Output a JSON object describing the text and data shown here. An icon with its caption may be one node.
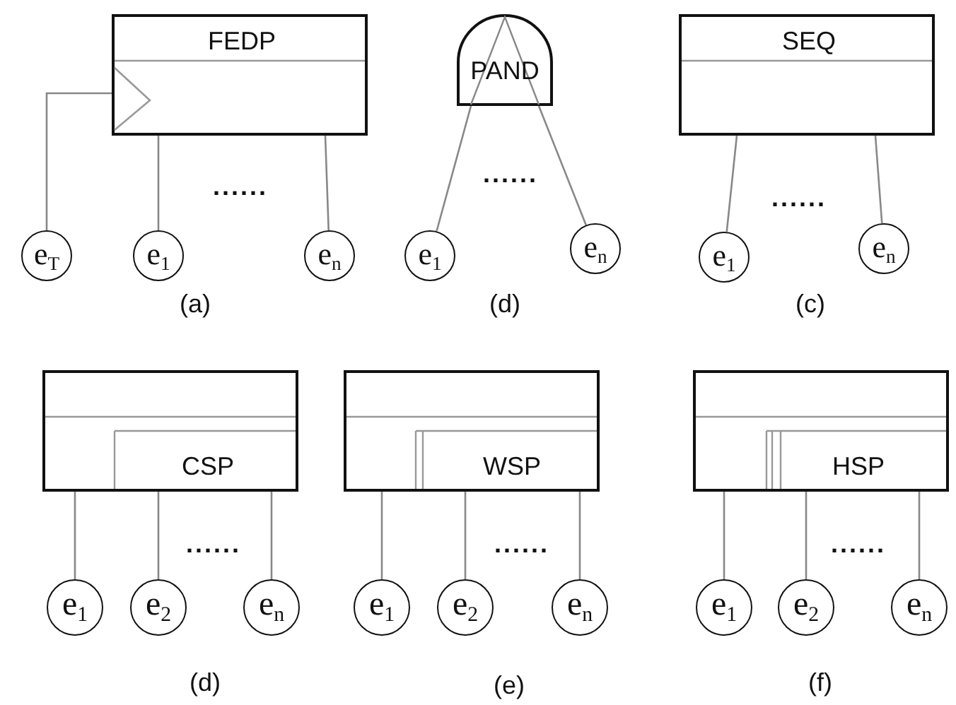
{
  "diagram": {
    "nodes": [
      {
        "text": [
          "FEDP"
        ]
      },
      {
        "text": [
          "e$_{T}$"
        ]
      },
      {
        "text": [
          "e$_{1}$"
        ]
      },
      {
        "text": [
          "e$_{n}$"
        ]
      },
      {
        "text": [
          "PAND"
        ]
      },
      {
        "text": [
          "e$_{1}$"
        ]
      },
      {
        "text": [
          "e$_{n}$"
        ]
      },
      {
        "text": [
          "SEQ"
        ]
      },
      {
        "text": [
          "e$_{1}$"
        ]
      },
      {
        "text": [
          "e$_{n}$"
        ]
      },
      {
        "text": [
          "CSP"
        ]
      },
      {
        "text": [
          "e$_{1}$"
        ]
      },
      {
        "text": [
          "e$_{2}$"
        ]
      },
      {
        "text": [
          "e$_{n}$"
        ]
      },
      {
        "text": [
          "WSP"
        ]
      },
      {
        "text": [
          "e$_{1}$"
        ]
      },
      {
        "text": [
          "e$_{2}$"
        ]
      },
      {
        "text": [
          "e$_{n}$"
        ]
      },
      {
        "text": [
          "HSP"
        ]
      },
      {
        "text": [
          "e$_{1}$"
        ]
      },
      {
        "text": [
          "e$_{2}$"
        ]
      },
      {
        "text": [
          "e$_{n}$"
        ]
      }
    ],
    "edges": [
      {
        "from": 1,
        "to": 0,
        "arrow": "none"
      },
      {
        "from": 2,
        "to": 0,
        "arrow": "none"
      },
      {
        "from": 3,
        "to": 0,
        "arrow": "none"
      },
      {
        "from": 5,
        "to": 4,
        "arrow": "none"
      },
      {
        "from": 6,
        "to": 4,
        "arrow": "none"
      },
      {
        "from": 8,
        "to": 7,
        "arrow": "none"
      },
      {
        "from": 9,
        "to": 7,
        "arrow": "none"
      },
      {
        "from": 11,
        "to": 10,
        "arrow": "none"
      },
      {
        "from": 12,
        "to": 10,
        "arrow": "none"
      },
      {
        "from": 13,
        "to": 10,
        "arrow": "none"
      },
      {
        "from": 15,
        "to": 14,
        "arrow": "none"
      },
      {
        "from": 16,
        "to": 14,
        "arrow": "none"
      },
      {
        "from": 17,
        "to": 14,
        "arrow": "none"
      },
      {
        "from": 19,
        "to": 18,
        "arrow": "none"
      },
      {
        "from": 20,
        "to": 18,
        "arrow": "none"
      },
      {
        "from": 21,
        "to": 18,
        "arrow": "none"
      }
    ],
    "labels": [
      "......",
      "......",
      "......",
      "(a)",
      "(d)",
      "(c)",
      "......",
      "......",
      "......",
      "(d)",
      "(e)",
      "(f)"
    ]
  }
}
